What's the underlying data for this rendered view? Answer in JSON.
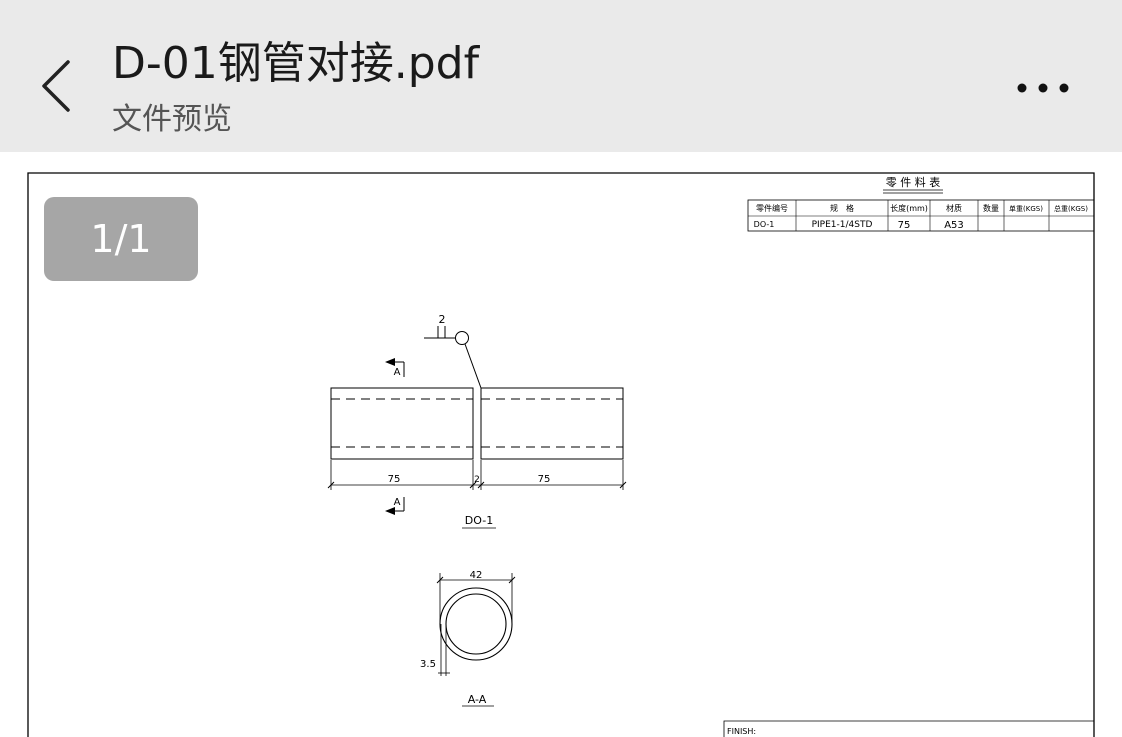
{
  "header": {
    "title": "D-01钢管对接.pdf",
    "subtitle": "文件预览",
    "back_icon": "chevron-left-icon",
    "more_icon": "more-horizontal-icon"
  },
  "viewer": {
    "page_indicator": "1/1"
  },
  "drawing": {
    "parts_table": {
      "title": "零 件 料 表",
      "headers": [
        "零件编号",
        "规　格",
        "长度(mm)",
        "材质",
        "数量",
        "单重(KGS)",
        "总重(KGS)"
      ],
      "rows": [
        [
          "DO-1",
          "PIPE1-1/4STD",
          "75",
          "A53",
          "",
          "",
          ""
        ]
      ]
    },
    "weld_size": "2",
    "section_label_top": "A",
    "section_label_bottom": "A",
    "dim_left": "75",
    "dim_gap": "2",
    "dim_right": "75",
    "part_label": "DO-1",
    "diameter": "42",
    "wall_thickness": "3.5",
    "section_view_label": "A-A",
    "finish_label": "FINISH:"
  }
}
